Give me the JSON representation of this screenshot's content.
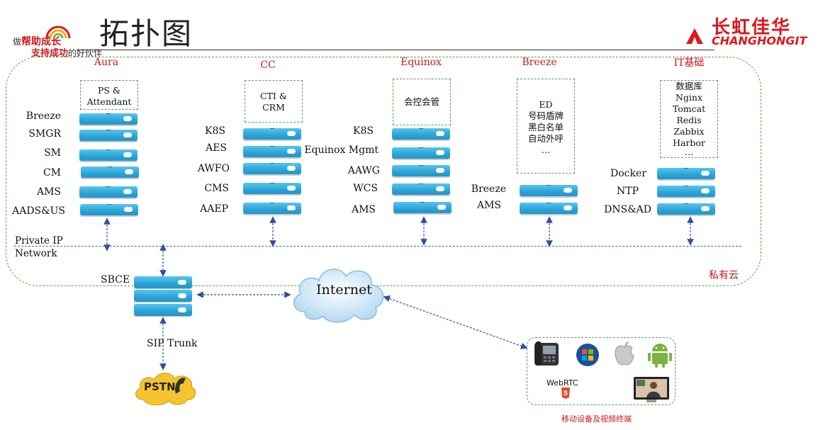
{
  "header": {
    "title": "拓扑图",
    "slogan_line1_prefix": "做",
    "slogan_line1_em": "帮助成长",
    "slogan_line2_em": "支持成功",
    "slogan_line2_suffix": "的好伙伴",
    "brand_cn": "长虹佳华",
    "brand_en": "CHANGHONGIT"
  },
  "sections": {
    "aura": {
      "title": "Aura",
      "box_lines": [
        "PS &",
        "Attendant"
      ],
      "servers": [
        "Breeze",
        "SMGR",
        "SM",
        "CM",
        "AMS",
        "AADS&US"
      ]
    },
    "cc": {
      "title": "CC",
      "box_lines": [
        "CTI &",
        "CRM"
      ],
      "servers": [
        "K8S",
        "AES",
        "AWFO",
        "CMS",
        "AAEP"
      ]
    },
    "equinox": {
      "title": "Equinox",
      "box_lines": [
        "会控会管"
      ],
      "servers": [
        "K8S",
        "Equinox Mgmt",
        "AAWG",
        "WCS",
        "AMS"
      ]
    },
    "breeze": {
      "title": "Breeze",
      "box_lines": [
        "ED",
        "号码盾牌",
        "黑白名单",
        "自动外呼",
        "…"
      ],
      "servers": [
        "Breeze",
        "AMS"
      ]
    },
    "it": {
      "title": "IT基础",
      "box_lines": [
        "数据库",
        "Nginx",
        "Tomcat",
        "Redis",
        "Zabbix",
        "Harbor",
        "…"
      ],
      "servers": [
        "Docker",
        "NTP",
        "DNS&AD"
      ]
    }
  },
  "network": {
    "private_ip_line1": "Private IP",
    "private_ip_line2": "Network",
    "private_cloud": "私有云",
    "sbce": "SBCE",
    "internet": "Internet",
    "sip_trunk": "SIP Trunk",
    "pstn": "PSTN",
    "devices_caption": "移动设备及视频终端",
    "webrtc": "WebRTC",
    "html5": "5"
  },
  "colors": {
    "accent_red": "#d0141b",
    "server_blue": "#2aa3d6",
    "dash_green": "#5fa04a",
    "link_blue": "#2f4fa0"
  }
}
